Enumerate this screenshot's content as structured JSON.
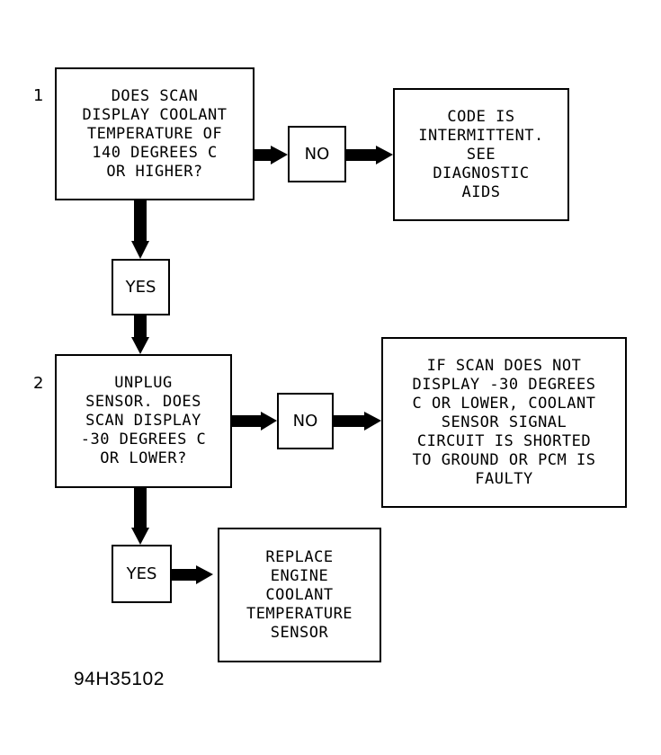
{
  "steps": [
    {
      "number": "1",
      "question": "DOES SCAN\nDISPLAY COOLANT\nTEMPERATURE OF\n140 DEGREES C\nOR HIGHER?",
      "no_label": "NO",
      "no_result": "CODE IS\nINTERMITTENT.\nSEE\nDIAGNOSTIC\nAIDS",
      "yes_label": "YES"
    },
    {
      "number": "2",
      "question": "UNPLUG\nSENSOR. DOES\nSCAN DISPLAY\n-30 DEGREES C\nOR LOWER?",
      "no_label": "NO",
      "no_result": "IF SCAN DOES NOT\nDISPLAY -30 DEGREES\nC OR LOWER, COOLANT\nSENSOR SIGNAL\nCIRCUIT IS SHORTED\nTO GROUND OR PCM IS\nFAULTY",
      "yes_label": "YES",
      "yes_result": "REPLACE\nENGINE\nCOOLANT\nTEMPERATURE\nSENSOR"
    }
  ],
  "figure_id": "94H35102"
}
